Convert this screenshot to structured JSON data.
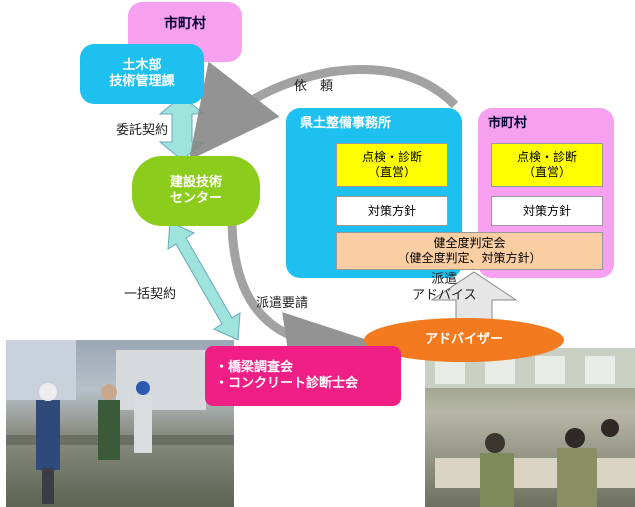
{
  "colors": {
    "pink": "#f7a0f0",
    "cyan": "#1ec0f0",
    "green": "#8ccc1c",
    "magenta": "#f01f86",
    "orange": "#f47a20",
    "yellow": "#ffff00",
    "peach": "#fbcda2",
    "light_cyan": "#9fe3dd"
  },
  "nodes": {
    "municipality_top": "市町村",
    "civil_eng_dept": "土木部\n技術管理課",
    "construction_center": "建設技術\nセンター",
    "prefectural_office": "県土整備事務所",
    "municipality_right": "市町村",
    "inspection_direct_1": "点検・診断\n（直営）",
    "inspection_direct_2": "点検・診断\n（直営）",
    "policy_1": "対策方針",
    "policy_2": "対策方針",
    "soundness_committee": "健全度判定会\n（健全度判定、対策方針）",
    "advisor": "アドバイザー",
    "associations": "・橋梁調査会\n・コンクリート診断士会"
  },
  "edge_labels": {
    "consignment": "委託契約",
    "request": "依　頼",
    "bulk_contract": "一括契約",
    "dispatch_request": "派遣要請",
    "dispatch_advice": "派遣\nアドバイス"
  },
  "photos": {
    "left": "bridge-inspection-site-photo",
    "right": "meeting-room-photo"
  }
}
